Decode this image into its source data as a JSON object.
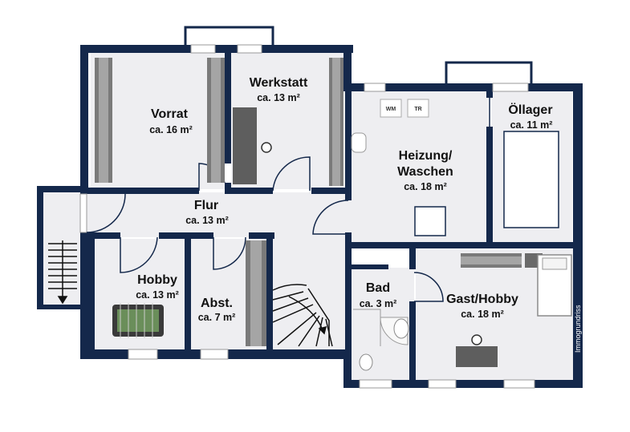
{
  "colors": {
    "wall": "#14284b",
    "floor": "#eeeef1",
    "furniture": "#8a8a8a",
    "furniture_dark": "#5e5e5e"
  },
  "rooms": {
    "vorrat": {
      "name": "Vorrat",
      "area": "ca. 16 m²"
    },
    "werkstatt": {
      "name": "Werkstatt",
      "area": "ca. 13 m²"
    },
    "heizung": {
      "name_line1": "Heizung/",
      "name_line2": "Waschen",
      "area": "ca. 18 m²"
    },
    "oellager": {
      "name": "Öllager",
      "area": "ca. 11 m²"
    },
    "flur": {
      "name": "Flur",
      "area": "ca. 13 m²"
    },
    "hobby": {
      "name": "Hobby",
      "area": "ca. 13 m²"
    },
    "abst": {
      "name": "Abst.",
      "area": "ca. 7 m²"
    },
    "bad": {
      "name": "Bad",
      "area": "ca. 3 m²"
    },
    "gast": {
      "name": "Gast/Hobby",
      "area": "ca. 18 m²"
    }
  },
  "appliances": {
    "washer": "WM",
    "dryer": "TR"
  },
  "watermark_right": "Immogrundriss"
}
